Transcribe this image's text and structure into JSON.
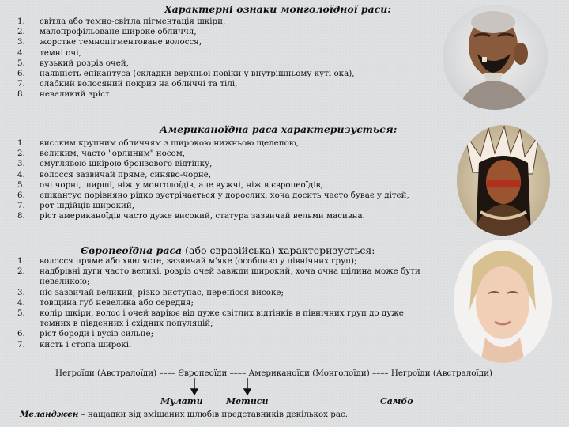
{
  "mongoloid": {
    "title": "Характерні ознаки монголоїдної раси:",
    "items": [
      {
        "n": "1.",
        "text": "світла або темно-світла пігментація шкіри,"
      },
      {
        "n": "2.",
        "text": "малопрофільоване широке обличчя,"
      },
      {
        "n": "3.",
        "text": "жорстке темнопігментоване волосся,"
      },
      {
        "n": "4.",
        "text": "темні очі,"
      },
      {
        "n": "5.",
        "text": "вузький розріз очей,"
      },
      {
        "n": "6.",
        "text": "наявність епікантуса (складки верхньої повіки у внутрішньому куті ока),"
      },
      {
        "n": "7.",
        "text": "слабкий волосяний покрив на обличчі та тілі,"
      },
      {
        "n": "8.",
        "text": "невеликий зріст."
      }
    ]
  },
  "americanoid": {
    "title": "Американоїдна раса характеризується:",
    "items": [
      {
        "n": "1.",
        "text": "високим крупним обличчям з широкою нижньою щелепою,"
      },
      {
        "n": "2.",
        "text": "великим, часто \"орлиним\" носом,"
      },
      {
        "n": "3.",
        "text": "смуглявою шкірою бронзового відтінку,"
      },
      {
        "n": "4.",
        "text": "волосся зазвичай пряме, синяво-чорне,"
      },
      {
        "n": "5.",
        "text": "очі чорні, ширші, ніж у монголоїдів, але вужчі, ніж в європеоїдів,"
      },
      {
        "n": "6.",
        "text": "епікантус порівняно рідко зустрічається у дорослих, хоча досить часто буває у дітей,"
      },
      {
        "n": "7.",
        "text": "рот індійців широкий,"
      },
      {
        "n": "8.",
        "text": "ріст американоїдів часто дуже високий, статура зазвичай вельми масивна."
      }
    ]
  },
  "europeoid": {
    "title_bold": "Європеоїдна раса",
    "title_rest": " (або євразійська) характеризується:",
    "items": [
      {
        "n": "1.",
        "text": "волосся пряме або хвилясте, зазвичай м'яке (особливо у північних груп);"
      },
      {
        "n": "2.",
        "text": "надбрівні дуги часто великі, розріз очей завжди широкий, хоча очна щілина може бути невеликою;"
      },
      {
        "n": "3.",
        "text": "ніс зазвичай великий, різко виступає, перенісся високе;"
      },
      {
        "n": "4.",
        "text": "товщина губ невелика або середня;"
      },
      {
        "n": "5.",
        "text": "колір шкіри, волос і очей варіює від дуже світлих відтінків в північних груп до дуже темних в південних і східних популяцій;"
      },
      {
        "n": "6.",
        "text": " ріст бороди і вусів сильне;"
      },
      {
        "n": "7.",
        "text": "кисть і стопа широкі."
      }
    ]
  },
  "chain": "Негроїди (Австралоїди) –––– Європеоїди –––– Американоїди (Монголоїди) –––– Негроїди (Австралоїди)",
  "hybrids": {
    "mulatto": "Мулати",
    "mestizo": "Метиси",
    "sambo": "Самбо"
  },
  "note": {
    "term": "Меланджен",
    "text": " – нащадки від змішаних шлюбів представників декількох рас."
  },
  "photos": {
    "mongoloid": "elderly-asian-man-photo",
    "americanoid": "native-american-chief-portrait",
    "europeoid": "european-woman-face-photo"
  }
}
